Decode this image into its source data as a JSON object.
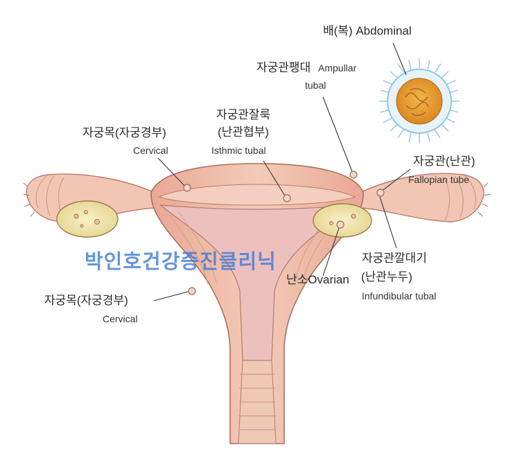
{
  "labels": {
    "abdominal": "배(복) Abdominal",
    "ampullar_ko": "자궁관팽대",
    "ampullar_en1": "Ampullar",
    "ampullar_en2": "tubal",
    "isthmic_ko1": "자궁관잘룩",
    "isthmic_ko2": "(난관협부)",
    "isthmic_en": "Isthmic tubal",
    "cervical_top_ko": "자궁목(자궁경부)",
    "cervical_top_en": "Cervical",
    "fallopian_ko": "자궁관(난관)",
    "fallopian_en": "Fallopian tube",
    "infundibular_ko1": "자궁관깔대기",
    "infundibular_ko2": "(난관누두)",
    "infundibular_en": "Infundibular tubal",
    "ovarian": "난소Ovarian",
    "cervical_low_ko": "자궁목(자궁경부)",
    "cervical_low_en": "Cervical"
  },
  "watermark": "박인호건강증진클리닉",
  "colors": {
    "tissue": "#f0c2ae",
    "tissue_dark": "#d98f7c",
    "cavity": "#e9b5b5",
    "ovary": "#f1e6b0",
    "embryo": "#e8a23a",
    "cilia": "#8fc6e6",
    "watermark": "#3b78d8"
  }
}
